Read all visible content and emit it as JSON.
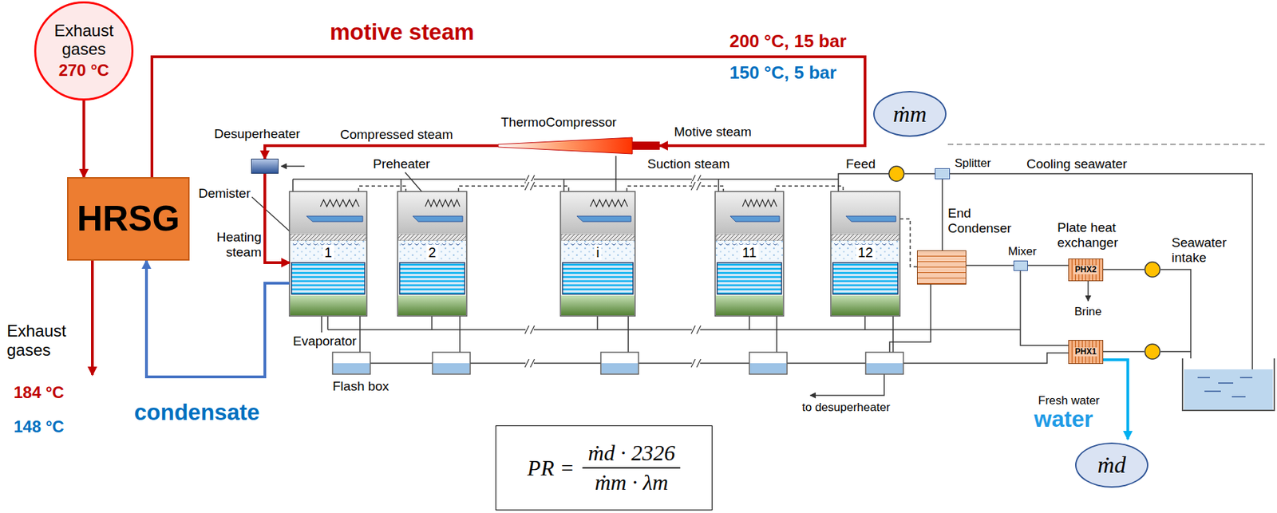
{
  "diagram": {
    "nodes": [
      {
        "text": [
          "Exhaust gases",
          "270 °C"
        ]
      },
      {
        "text": [
          "ThermoCompressor"
        ]
      },
      {
        "text": [
          "ṁm"
        ]
      },
      {
        "text": [
          "Desuperheater"
        ]
      },
      {
        "text": [
          "HRSG"
        ]
      },
      {
        "text": [
          "1"
        ]
      },
      {
        "text": [
          "2"
        ]
      },
      {
        "text": [
          "i"
        ]
      },
      {
        "text": [
          "11"
        ]
      },
      {
        "text": [
          "12"
        ]
      },
      {
        "text": [
          "Splitter"
        ]
      },
      {
        "text": [
          "End Condenser"
        ]
      },
      {
        "text": [
          "Mixer"
        ]
      },
      {
        "text": [
          "PHX2"
        ]
      },
      {
        "text": [
          "PHX1"
        ]
      },
      {
        "text": [
          "PR =",
          "ṁd · 2326",
          "ṁm · λm"
        ]
      },
      {
        "text": [
          "ṁd"
        ]
      }
    ],
    "edges": [
      {
        "from": 0,
        "to": 4,
        "arrow": "to"
      },
      {
        "from": 4,
        "to": 1,
        "label": "motive steam",
        "arrow": "to"
      },
      {
        "from": 1,
        "to": 3,
        "label": "Compressed steam",
        "arrow": "to"
      },
      {
        "from": 3,
        "to": 5,
        "arrow": "to"
      },
      {
        "from": 5,
        "to": 4,
        "label": "condensate",
        "arrow": "to"
      }
    ],
    "labels": [
      "200 °C, 15 bar",
      "150 °C, 5 bar",
      "Motive steam",
      "Suction steam",
      "Preheater",
      "Demister",
      "Heating steam",
      "Evaporator",
      "Feed",
      "Cooling seawater",
      "Plate heat exchanger",
      "Seawater intake",
      "Brine",
      "Flash box",
      "to desuperheater",
      "Fresh water",
      "water",
      "Exhaust gases",
      "184 °C",
      "148 °C"
    ]
  }
}
